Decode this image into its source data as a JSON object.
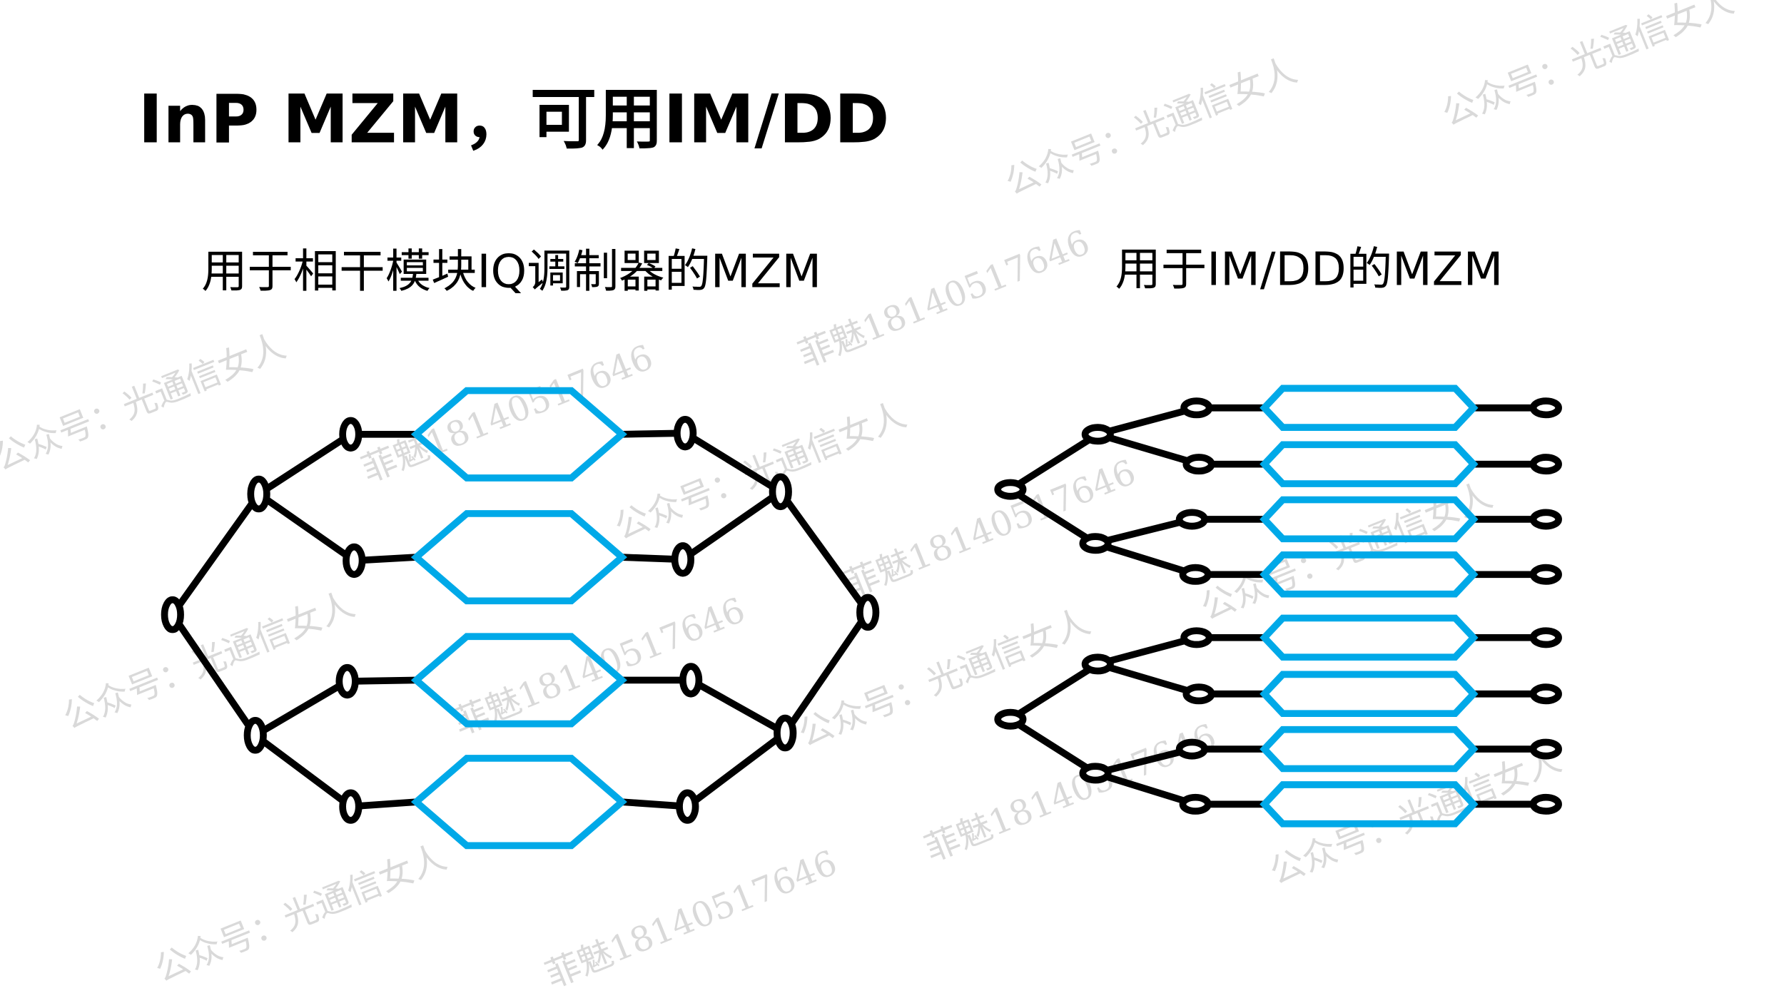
{
  "title": "InP MZM，可用IM/DD",
  "left_diagram": {
    "caption": "用于相干模块IQ调制器的MZM"
  },
  "right_diagram": {
    "caption": "用于IM/DD的MZM"
  },
  "watermarks": [
    "公众号：光通信女人",
    "菲魅18140517646"
  ],
  "colors": {
    "waveguide": "#000000",
    "modulator": "#00a9e8",
    "watermark": "#d9d9d9"
  }
}
